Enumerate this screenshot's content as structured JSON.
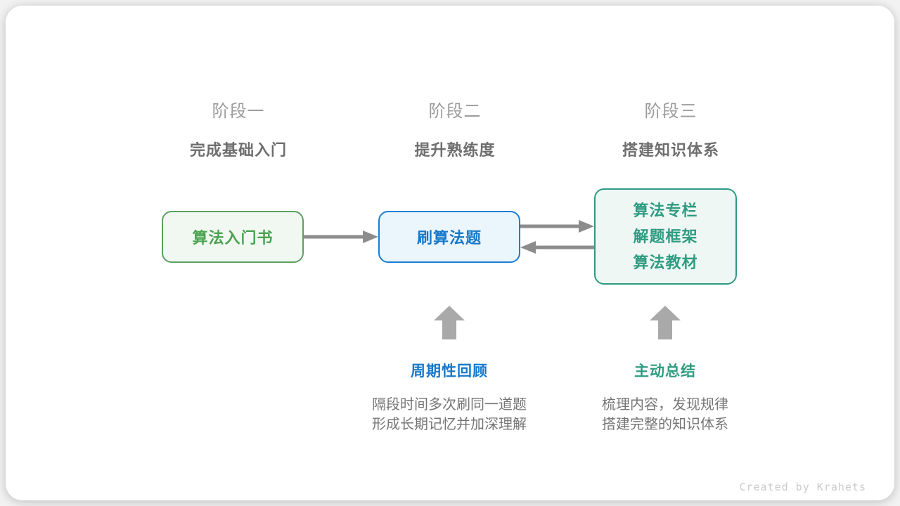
{
  "colors": {
    "canvas-bg": "#f2f2f2",
    "card-bg": "#ffffff",
    "stage-label": "#9c9c9c",
    "stage-subtitle": "#6e6e6e",
    "green-border": "#5ca061",
    "green-fill": "#f1f8f1",
    "green-text": "#4aa350",
    "blue-border": "#1b7ed2",
    "blue-fill": "#ebf5fc",
    "blue-text": "#1778c9",
    "teal-border": "#2f9a83",
    "teal-fill": "#eff7f4",
    "teal-text": "#2f9b81",
    "connector": "#8c8c8c",
    "block-arrow": "#a9a9a9",
    "desc-text": "#757575",
    "credit-text": "#cacaca"
  },
  "stages": [
    {
      "label": "阶段一",
      "subtitle": "完成基础入门"
    },
    {
      "label": "阶段二",
      "subtitle": "提升熟练度"
    },
    {
      "label": "阶段三",
      "subtitle": "搭建知识体系"
    }
  ],
  "nodes": [
    {
      "id": "intro-book",
      "label": "算法入门书"
    },
    {
      "id": "practice",
      "label": "刷算法题"
    },
    {
      "id": "resources",
      "lines": [
        "算法专栏",
        "解题框架",
        "算法教材"
      ]
    }
  ],
  "annotations": [
    {
      "title": "周期性回顾",
      "lines": [
        "隔段时间多次刷同一道题",
        "形成长期记忆并加深理解"
      ]
    },
    {
      "title": "主动总结",
      "lines": [
        "梳理内容，发现规律",
        "搭建完整的知识体系"
      ]
    }
  ],
  "credit": "Created by Krahets"
}
